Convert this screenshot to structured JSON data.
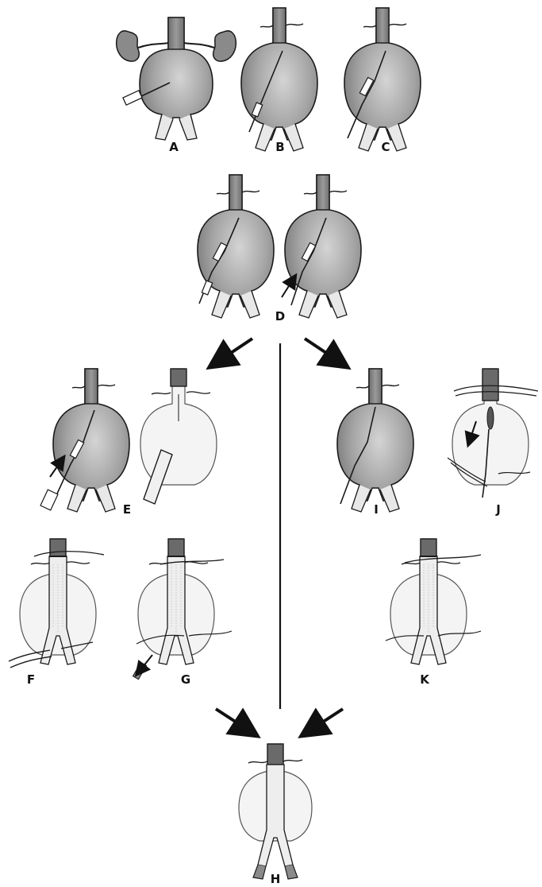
{
  "labels": {
    "A": "A",
    "B": "B",
    "C": "C",
    "D": "D",
    "E": "E",
    "F": "F",
    "G": "G",
    "H": "H",
    "I": "I",
    "J": "J",
    "K": "K"
  },
  "colors": {
    "aneurysm_fill": "#8c8c8c",
    "aneurysm_light": "#d0d0d0",
    "opened_sac": "#f2f2f2",
    "graft": "#ececec",
    "outline": "#1a1a1a",
    "background": "#ffffff"
  }
}
